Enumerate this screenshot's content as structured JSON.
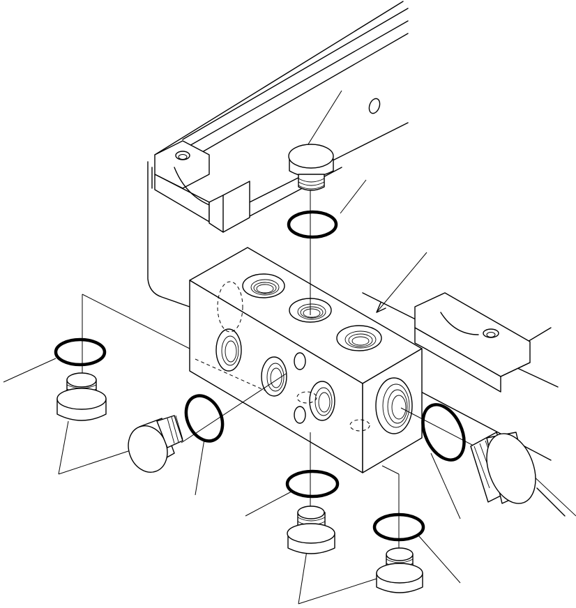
{
  "figure": {
    "kind": "exploded-parts-diagram",
    "labels_printed": false
  },
  "parts": [
    {
      "name": "manifold-block",
      "icon": "valve-block-icon"
    },
    {
      "name": "mounting-rail",
      "icon": "rail-bracket-icon"
    },
    {
      "name": "plug-top",
      "icon": "plug-icon"
    },
    {
      "name": "o-ring-top",
      "icon": "o-ring-icon"
    },
    {
      "name": "plug-left-upper",
      "icon": "plug-icon"
    },
    {
      "name": "o-ring-left-upper",
      "icon": "o-ring-icon"
    },
    {
      "name": "plug-left-side",
      "icon": "plug-icon"
    },
    {
      "name": "o-ring-left-side",
      "icon": "o-ring-icon"
    },
    {
      "name": "plug-bottom-center",
      "icon": "plug-icon"
    },
    {
      "name": "o-ring-bottom-center",
      "icon": "o-ring-icon"
    },
    {
      "name": "plug-bottom-right",
      "icon": "plug-icon"
    },
    {
      "name": "o-ring-bottom-right",
      "icon": "o-ring-icon"
    },
    {
      "name": "plug-large-right",
      "icon": "plug-icon"
    },
    {
      "name": "o-ring-large-right",
      "icon": "o-ring-icon"
    }
  ],
  "colors": {
    "line": "#000000",
    "background": "#ffffff"
  }
}
